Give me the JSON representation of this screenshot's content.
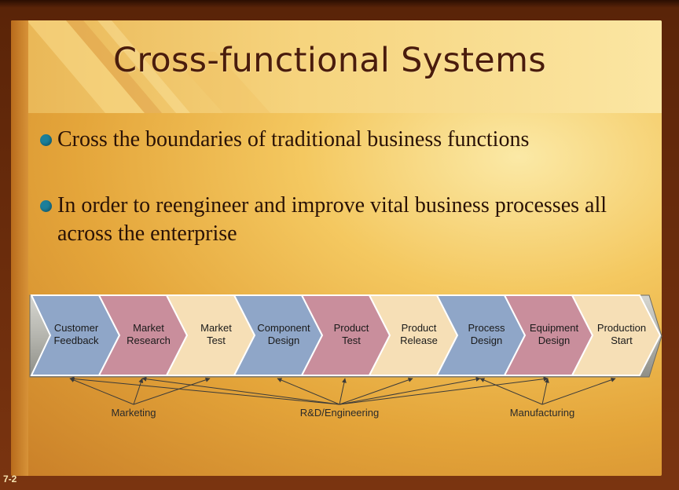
{
  "slide": {
    "title": "Cross-functional Systems",
    "bullets": [
      "Cross the boundaries of traditional business functions",
      "In order to reengineer and improve vital business processes all across the enterprise"
    ],
    "slide_number": "7-2"
  },
  "process": {
    "steps": [
      {
        "line1": "Customer",
        "line2": "Feedback",
        "color": "#8fa6c8"
      },
      {
        "line1": "Market",
        "line2": "Research",
        "color": "#c98e9c"
      },
      {
        "line1": "Market",
        "line2": "Test",
        "color": "#f6dfb6"
      },
      {
        "line1": "Component",
        "line2": "Design",
        "color": "#8fa6c8"
      },
      {
        "line1": "Product",
        "line2": "Test",
        "color": "#c98e9c"
      },
      {
        "line1": "Product",
        "line2": "Release",
        "color": "#f6dfb6"
      },
      {
        "line1": "Process",
        "line2": "Design",
        "color": "#8fa6c8"
      },
      {
        "line1": "Equipment",
        "line2": "Design",
        "color": "#c98e9c"
      },
      {
        "line1": "Production",
        "line2": "Start",
        "color": "#f6dfb6"
      }
    ],
    "groups": [
      {
        "label": "Marketing",
        "targets": [
          0,
          1,
          2
        ]
      },
      {
        "label": "R&D/Engineering",
        "targets": [
          0,
          1,
          3,
          4,
          5,
          6,
          7
        ]
      },
      {
        "label": "Manufacturing",
        "targets": [
          6,
          7,
          8
        ]
      }
    ]
  },
  "colors": {
    "title": "#4a1c0c",
    "bullet_dot": "#1b7f9a",
    "chevron_blue": "#8fa6c8",
    "chevron_rose": "#c98e9c",
    "chevron_cream": "#f6dfb6",
    "band": "#b5b5ae"
  }
}
